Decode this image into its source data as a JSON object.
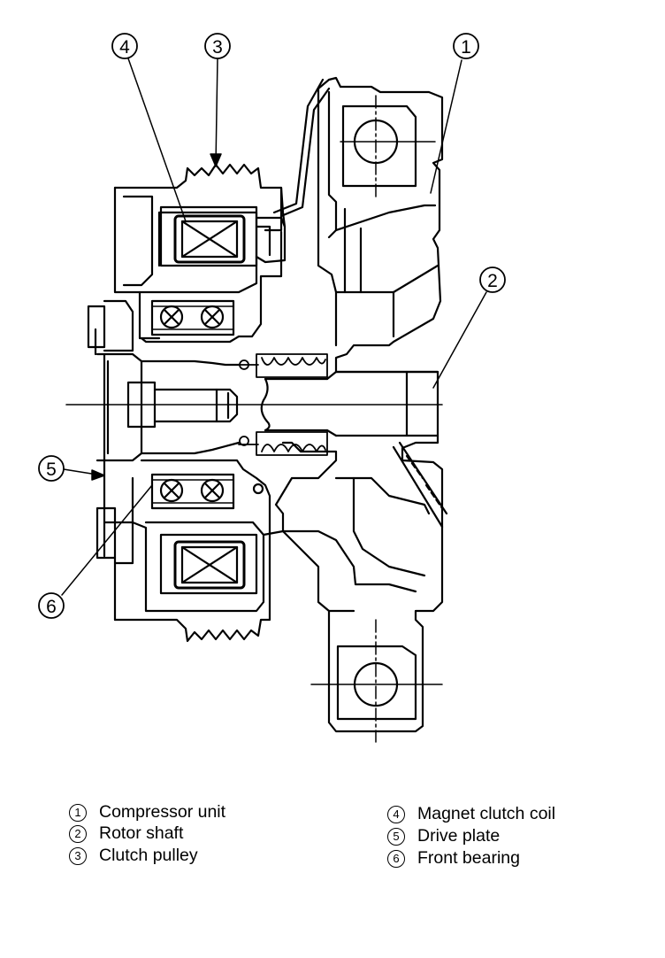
{
  "callouts": [
    {
      "number": "①"
    },
    {
      "number": "②"
    },
    {
      "number": "③"
    },
    {
      "number": "④"
    },
    {
      "number": "⑤"
    },
    {
      "number": "⑥"
    }
  ],
  "legend": [
    {
      "number": "1",
      "label": "Compressor unit"
    },
    {
      "number": "2",
      "label": "Rotor shaft"
    },
    {
      "number": "3",
      "label": "Clutch pulley"
    },
    {
      "number": "4",
      "label": "Magnet clutch coil"
    },
    {
      "number": "5",
      "label": "Drive plate"
    },
    {
      "number": "6",
      "label": "Front bearing"
    }
  ]
}
